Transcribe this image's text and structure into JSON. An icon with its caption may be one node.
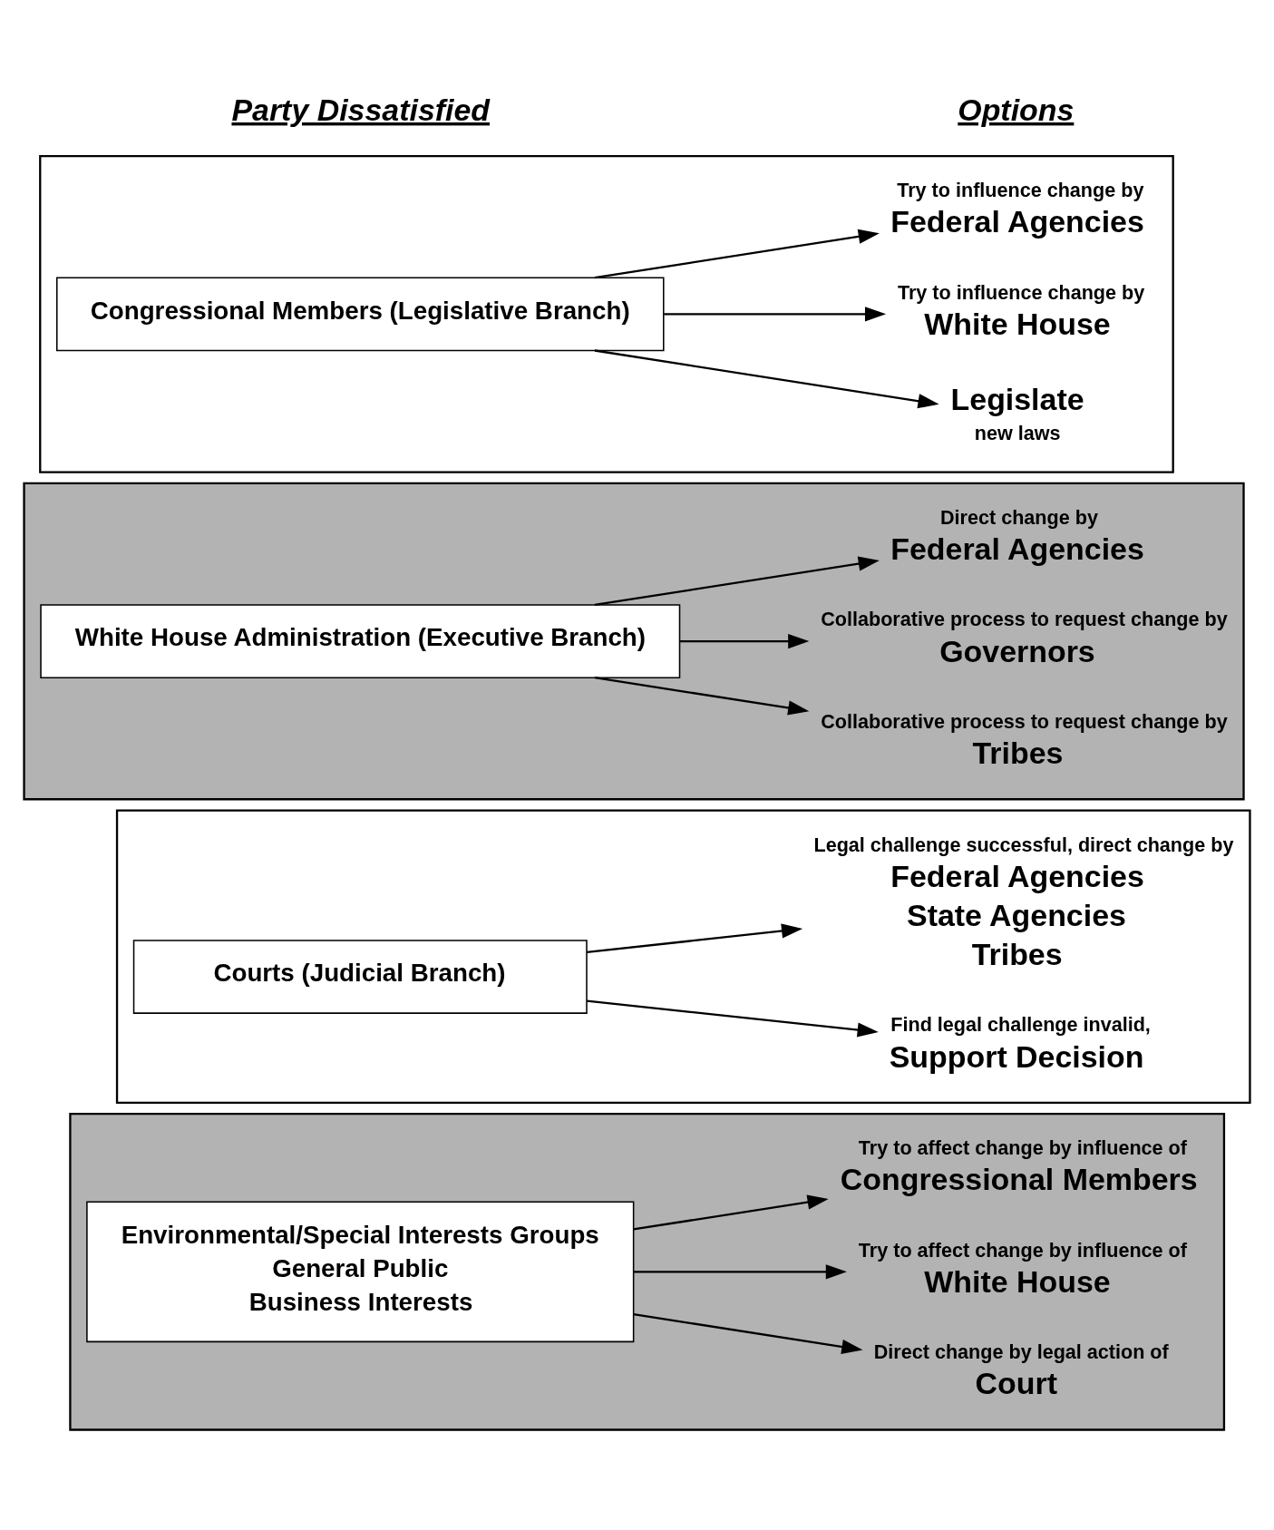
{
  "diagram": {
    "nodes": [
      {
        "text": [],
        "shape": "box"
      },
      {
        "text": [
          "Congressional Members (Legislative Branch)"
        ],
        "in": 0
      },
      {
        "text": [
          "Try to influence change by",
          "Federal Agencies"
        ],
        "in": 0
      },
      {
        "text": [
          "Try to influence change by",
          "White House"
        ],
        "in": 0
      },
      {
        "text": [
          "Legislate",
          "new laws"
        ],
        "in": 0
      },
      {
        "text": [],
        "shape": "box"
      },
      {
        "text": [
          "White House Administration (Executive Branch)"
        ],
        "in": 5
      },
      {
        "text": [
          "Direct change by",
          "Federal Agencies"
        ],
        "in": 5
      },
      {
        "text": [
          "Collaborative process to request change by",
          "Governors"
        ],
        "in": 5
      },
      {
        "text": [
          "Collaborative process to request change by",
          "Tribes"
        ],
        "in": 5
      },
      {
        "text": [],
        "shape": "box"
      },
      {
        "text": [
          "Courts (Judicial Branch)"
        ],
        "in": 10
      },
      {
        "text": [
          "Legal challenge successful, direct change by",
          "Federal Agencies",
          "State Agencies",
          "Tribes"
        ],
        "in": 10
      },
      {
        "text": [
          "Find legal challenge invalid,",
          "Support Decision"
        ],
        "in": 10
      },
      {
        "text": [],
        "shape": "box"
      },
      {
        "text": [
          "Environmental/Special Interests Groups",
          "General Public",
          "Business Interests"
        ],
        "in": 14
      },
      {
        "text": [
          "Try to affect change by influence of",
          "Congressional Members"
        ],
        "in": 14
      },
      {
        "text": [
          "Try to affect change by influence of",
          "White House"
        ],
        "in": 14
      },
      {
        "text": [
          "Direct change by legal action of",
          "Court"
        ],
        "in": 14
      }
    ],
    "edges": [
      {
        "from": 1,
        "to": 2,
        "arrow": "to"
      },
      {
        "from": 1,
        "to": 3,
        "arrow": "to"
      },
      {
        "from": 1,
        "to": 4,
        "arrow": "to"
      },
      {
        "from": 6,
        "to": 7,
        "arrow": "to"
      },
      {
        "from": 6,
        "to": 8,
        "arrow": "to"
      },
      {
        "from": 6,
        "to": 9,
        "arrow": "to"
      },
      {
        "from": 11,
        "to": 12,
        "arrow": "to"
      },
      {
        "from": 11,
        "to": 13,
        "arrow": "to"
      },
      {
        "from": 15,
        "to": 16,
        "arrow": "to"
      },
      {
        "from": 15,
        "to": 17,
        "arrow": "to"
      },
      {
        "from": 15,
        "to": 18,
        "arrow": "to"
      }
    ],
    "labels": [
      "Party Dissatisfied",
      "Options"
    ]
  }
}
